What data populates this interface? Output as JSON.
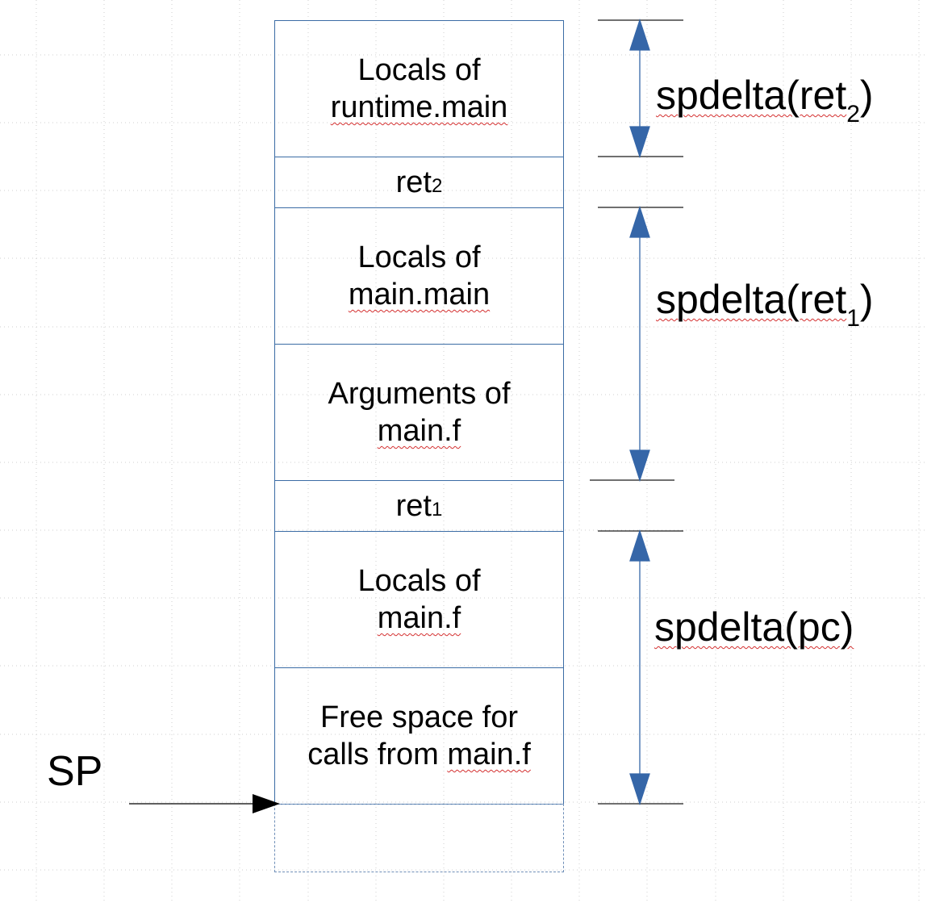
{
  "colors": {
    "box_border": "#3b6ca5",
    "arrow_blue": "#3566a8",
    "grid_dot": "#cfcfcf",
    "spellcheck_underline": "#d43030",
    "text": "#000000"
  },
  "frames": [
    {
      "line1": "Locals of",
      "line2": "runtime.main"
    },
    {
      "main": "ret",
      "sub": "2"
    },
    {
      "line1": "Locals of",
      "line2": "main.main"
    },
    {
      "line1": "Arguments of",
      "line2": "main.f"
    },
    {
      "main": "ret",
      "sub": "1"
    },
    {
      "line1": "Locals of",
      "line2": "main.f"
    },
    {
      "line1": "Free space for",
      "line2a": "calls from ",
      "line2b": "main.f"
    }
  ],
  "dimensions": [
    {
      "prefix": "spdelta(ret",
      "sub": "2",
      "suffix": ")"
    },
    {
      "prefix": "spdelta(ret",
      "sub": "1",
      "suffix": ")"
    },
    {
      "text": "spdelta(pc)"
    }
  ],
  "pointer": {
    "label": "SP"
  }
}
